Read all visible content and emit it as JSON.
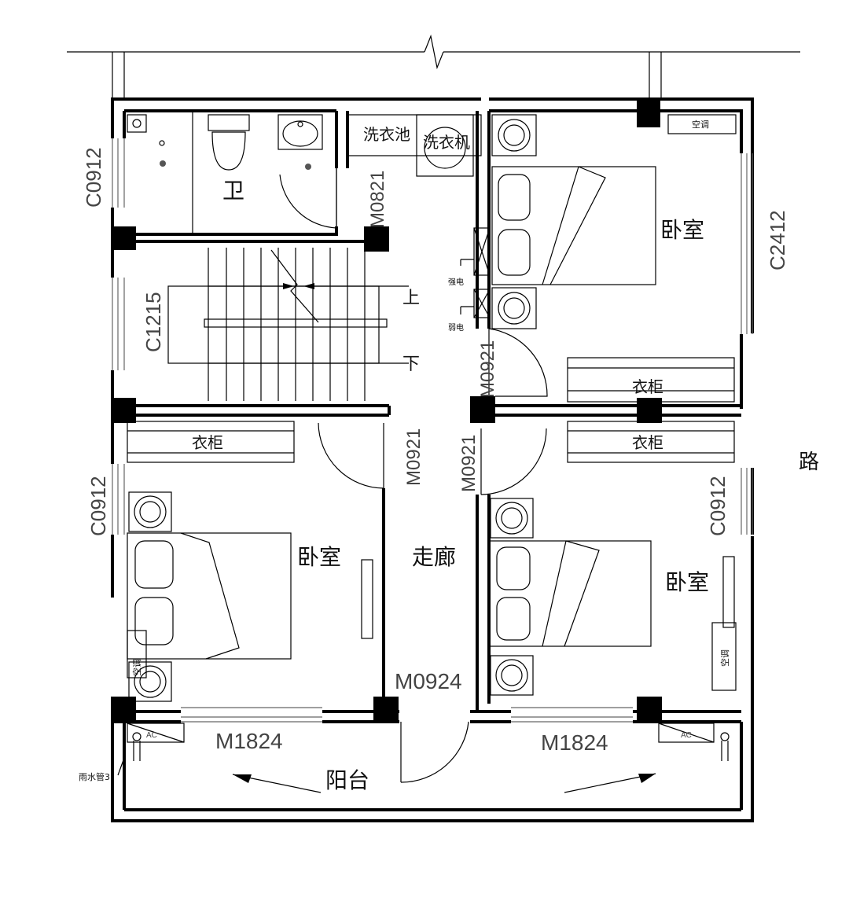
{
  "rooms": {
    "bathroom": "卫",
    "laundry_sink": "洗衣池",
    "washing_machine": "洗衣机",
    "bedroom_ne": "卧室",
    "bedroom_sw": "卧室",
    "bedroom_se": "卧室",
    "corridor": "走廊",
    "balcony": "阳台"
  },
  "fixtures": {
    "wardrobe_ne": "衣柜",
    "wardrobe_sw": "衣柜",
    "wardrobe_se": "衣柜",
    "ac_ne": "空调",
    "ac_sw": "空调",
    "ac_se": "空调",
    "stair_up": "上",
    "stair_down": "下",
    "strong_power": "强电",
    "weak_power": "弱电",
    "ac_outdoor_left": "AC",
    "ac_outdoor_right": "AC",
    "rain_pipe": "雨水管3",
    "road": "路"
  },
  "openings": {
    "win_bath": "C0912",
    "win_stair": "C1215",
    "win_sw": "C0912",
    "win_ne": "C2412",
    "win_se": "C0912",
    "door_bath": "M0821",
    "door_ne": "M0921",
    "door_sw": "M0921",
    "door_se": "M0921",
    "door_balcony": "M0924",
    "slide_left": "M1824",
    "slide_right": "M1824"
  }
}
